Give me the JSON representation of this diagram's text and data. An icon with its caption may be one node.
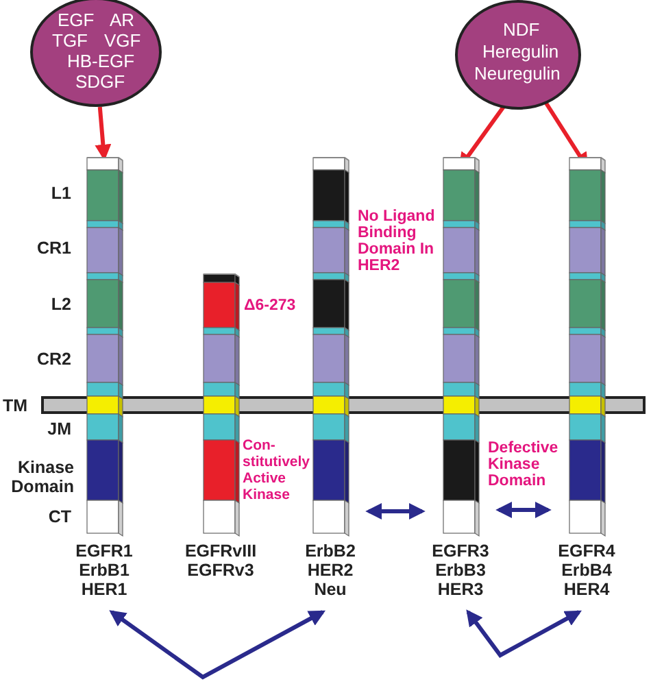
{
  "diagram": {
    "nodes": [
      {
        "text": [
          "EGF",
          "AR",
          "TGF",
          "VGF",
          "HB-EGF",
          "SDGF"
        ]
      },
      {
        "text": [
          "NDF",
          "Heregulin",
          "Neuregulin"
        ]
      },
      {
        "text": [
          "EGFR1",
          "ErbB1",
          "HER1"
        ]
      },
      {
        "text": [
          "EGFRvIII",
          "EGFRv3"
        ]
      },
      {
        "text": [
          "ErbB2",
          "HER2",
          "Neu"
        ]
      },
      {
        "text": [
          "EGFR3",
          "ErbB3",
          "HER3"
        ]
      },
      {
        "text": [
          "EGFR4",
          "ErbB4",
          "HER4"
        ]
      },
      {
        "text": [],
        "shape": "bar"
      }
    ],
    "edges": [
      {
        "from": 0,
        "to": 2,
        "arrow": "to",
        "color": "#e8202a"
      },
      {
        "from": 1,
        "to": 5,
        "arrow": "to",
        "color": "#e8202a"
      },
      {
        "from": 1,
        "to": 6,
        "arrow": "to",
        "color": "#e8202a"
      },
      {
        "from": 4,
        "to": 5,
        "arrow": "both"
      },
      {
        "from": 5,
        "to": 6,
        "arrow": "both"
      },
      {
        "from": 2,
        "to": 4,
        "arrow": "both"
      },
      {
        "from": 5,
        "to": 6,
        "arrow": "both"
      }
    ],
    "labels": [
      "L1",
      "CR1",
      "L2",
      "CR2",
      "TM",
      "JM",
      "Kinase Domain",
      "CT",
      "Δ6-273",
      "No Ligand Binding Domain In HER2",
      "Con- stitutively Active Kinase",
      "Defective Kinase Domain"
    ]
  }
}
